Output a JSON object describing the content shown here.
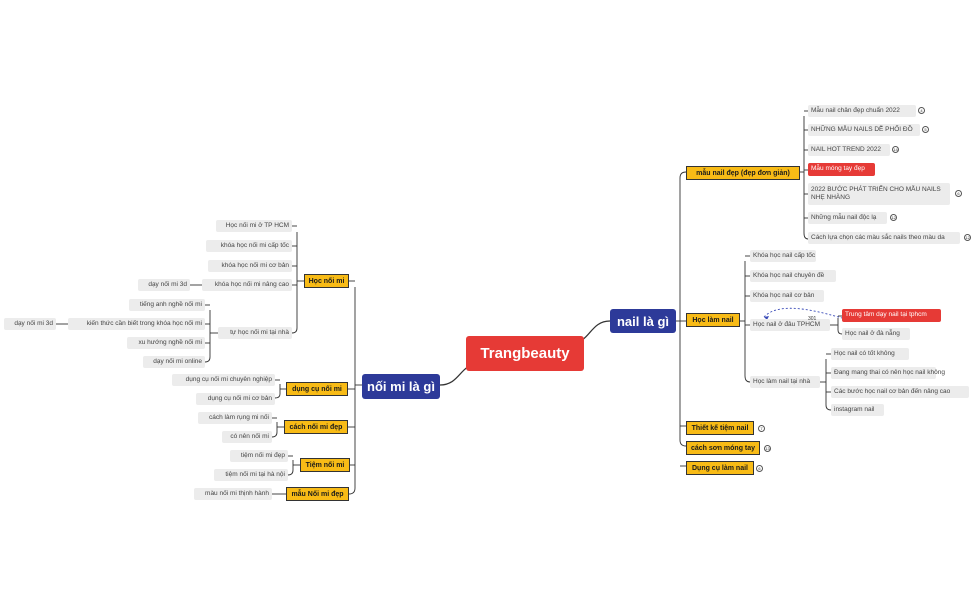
{
  "root": {
    "label": "Trangbeauty"
  },
  "branches": {
    "right": {
      "label": "nail là gì"
    },
    "left": {
      "label": "nối mi là gì"
    }
  },
  "right": {
    "mau_nail": {
      "label": "mẫu nail đẹp (đẹp đơn giản)",
      "items": [
        {
          "label": "Mẫu nail chân đẹp chuẩn 2022",
          "count": "4"
        },
        {
          "label": "NHỮNG MẪU NAILS DỄ PHỐI ĐỒ",
          "count": "5"
        },
        {
          "label": "NAIL HOT TREND 2022",
          "count": "14"
        },
        {
          "label": "Mẫu móng tay đẹp",
          "count": ""
        },
        {
          "label": "2022 BƯỚC PHÁT TRIỂN CHO MẪU NAILS NHẸ NHÀNG",
          "count": "6"
        },
        {
          "label": "Những mẫu nail độc lạ",
          "count": "12"
        },
        {
          "label": "Cách lựa chọn các màu sắc nails theo màu da",
          "count": "12"
        }
      ]
    },
    "hoc_lam_nail": {
      "label": "Học làm nail",
      "items": [
        {
          "label": "Khóa học nail cấp tốc"
        },
        {
          "label": "Khóa học nail chuyên đề"
        },
        {
          "label": "Khóa học nail cơ bản"
        },
        {
          "label": "Học nail ở đâu TPHCM"
        },
        {
          "label": "Học làm nail tại nhà"
        }
      ],
      "o_dau": {
        "note": "301",
        "items": [
          {
            "label": "Trung tâm dạy nail tại tphcm"
          },
          {
            "label": "Học nail ở đà nẵng"
          }
        ]
      },
      "tai_nha": {
        "items": [
          {
            "label": "Học nail có tốt không"
          },
          {
            "label": "Đang mang thai có nên học nail không"
          },
          {
            "label": "Các bước học nail cơ bản đến nâng cao"
          },
          {
            "label": "instagram nail"
          }
        ]
      }
    },
    "thiet_ke": {
      "label": "Thiết kế tiệm nail",
      "count": "7"
    },
    "cach_son": {
      "label": "cách sơn móng tay",
      "count": "13"
    },
    "dung_cu": {
      "label": "Dụng cụ làm nail",
      "count": "6"
    }
  },
  "left": {
    "hoc_noi_mi": {
      "label": "Học nối mi",
      "items": [
        {
          "label": "Học nối mi ở TP HCM"
        },
        {
          "label": "khóa học nối mi cấp tốc"
        },
        {
          "label": "khóa học nối mi cơ bản"
        },
        {
          "label": "khóa học nối mi nâng cao"
        },
        {
          "label": "tự học nối mi tại nhà"
        }
      ],
      "nang_cao_child": {
        "label": "dạy nối mi 3d"
      },
      "tai_nha": {
        "items": [
          {
            "label": "tiếng anh nghề nối mi"
          },
          {
            "label": "kiến thức cần biết trong khóa học nối mi"
          },
          {
            "label": "xu hướng nghề nối mi"
          },
          {
            "label": "dạy nối mi online"
          }
        ],
        "kien_thuc_child": {
          "label": "dạy nối mi 3d"
        }
      }
    },
    "dung_cu": {
      "label": "dụng cụ nối mi",
      "items": [
        {
          "label": "dụng cụ nối mi chuyên nghiệp"
        },
        {
          "label": "dụng cụ nối mi cơ bản"
        }
      ]
    },
    "cach_noi": {
      "label": "cách nối mi đẹp",
      "items": [
        {
          "label": "cách làm rụng mi nối"
        },
        {
          "label": "có nên nối mi"
        }
      ]
    },
    "tiem": {
      "label": "Tiệm nối mi",
      "items": [
        {
          "label": "tiệm nối mi đẹp"
        },
        {
          "label": "tiệm nối mi tại hà nội"
        }
      ]
    },
    "mau": {
      "label": "mẫu Nối mi đẹp",
      "items": [
        {
          "label": "màu nối mi thịnh hành"
        }
      ]
    }
  },
  "colors": {
    "root": "#e63a36",
    "branch": "#2d3a99",
    "topic": "#f8bb16",
    "leaf": "#ececec",
    "line": "#333333",
    "relation": "#3a4bb8"
  }
}
